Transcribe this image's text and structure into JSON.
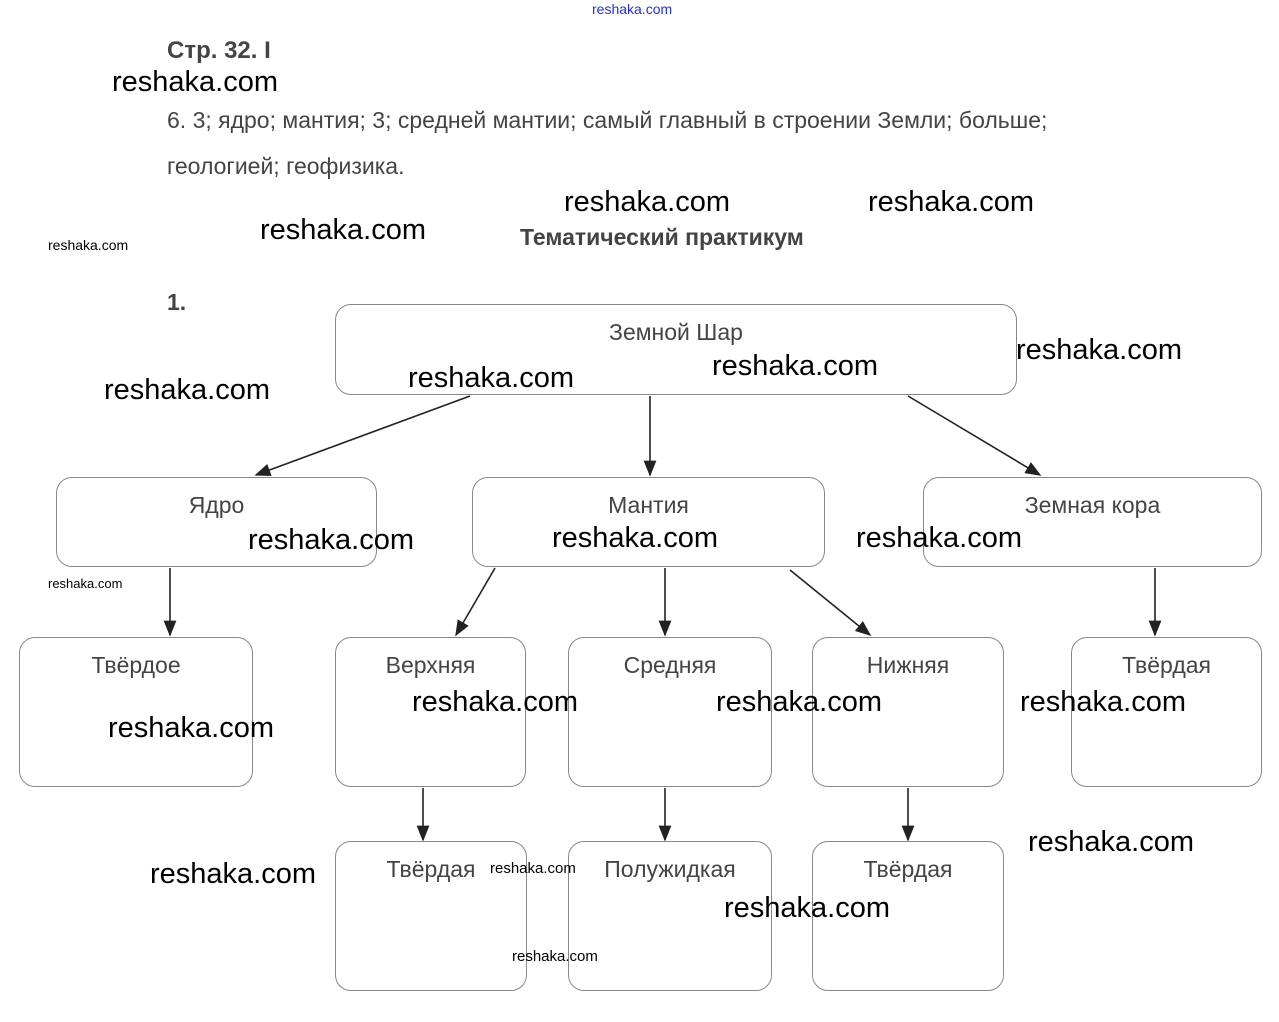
{
  "header_link": "reshaka.com",
  "page_ref": "Стр. 32. I",
  "answer_6_line1": "6. 3; ядро; мантия; 3; средней мантии; самый главный в строении Земли; больше;",
  "answer_6_line2": "геологией; геофизика.",
  "section_title": "Тематический практикум",
  "task_number": "1.",
  "diagram": {
    "root": "Земной Шар",
    "core": "Ядро",
    "mantle": "Мантия",
    "crust": "Земная кора",
    "core_state": "Твёрдое",
    "upper": "Верхняя",
    "middle": "Средняя",
    "lower": "Нижняя",
    "crust_state": "Твёрдая",
    "upper_state": "Твёрдая",
    "middle_state": "Полужидкая",
    "lower_state": "Твёрдая"
  },
  "watermark": "reshaka.com"
}
